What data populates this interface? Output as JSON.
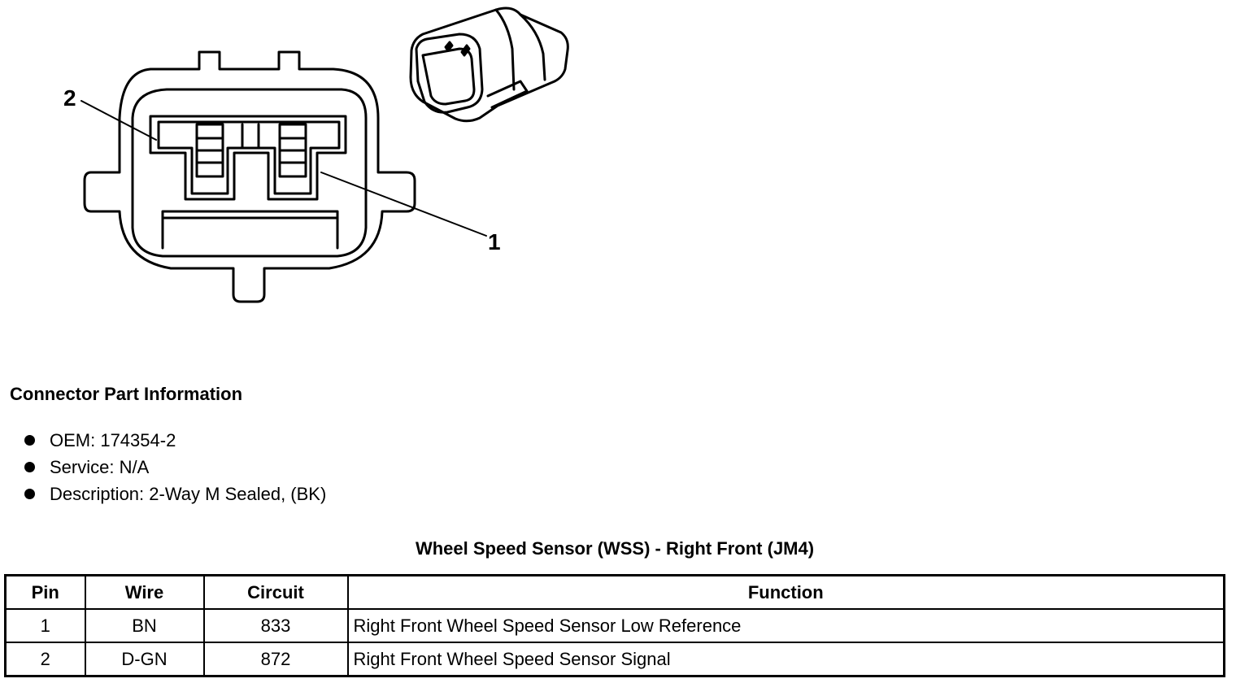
{
  "diagram": {
    "callouts": {
      "pin_1": "1",
      "pin_2": "2"
    }
  },
  "connector_info": {
    "heading": "Connector Part Information",
    "items": [
      {
        "text": "OEM: 174354-2"
      },
      {
        "text": "Service: N/A"
      },
      {
        "text": "Description: 2-Way M Sealed, (BK)"
      }
    ]
  },
  "pin_table": {
    "title": "Wheel Speed Sensor (WSS) - Right Front (JM4)",
    "headers": {
      "pin": "Pin",
      "wire": "Wire",
      "circuit": "Circuit",
      "function": "Function"
    },
    "rows": [
      {
        "pin": "1",
        "wire": "BN",
        "circuit": "833",
        "function": "Right Front Wheel Speed Sensor Low Reference"
      },
      {
        "pin": "2",
        "wire": "D-GN",
        "circuit": "872",
        "function": "Right Front Wheel Speed Sensor Signal"
      }
    ]
  }
}
